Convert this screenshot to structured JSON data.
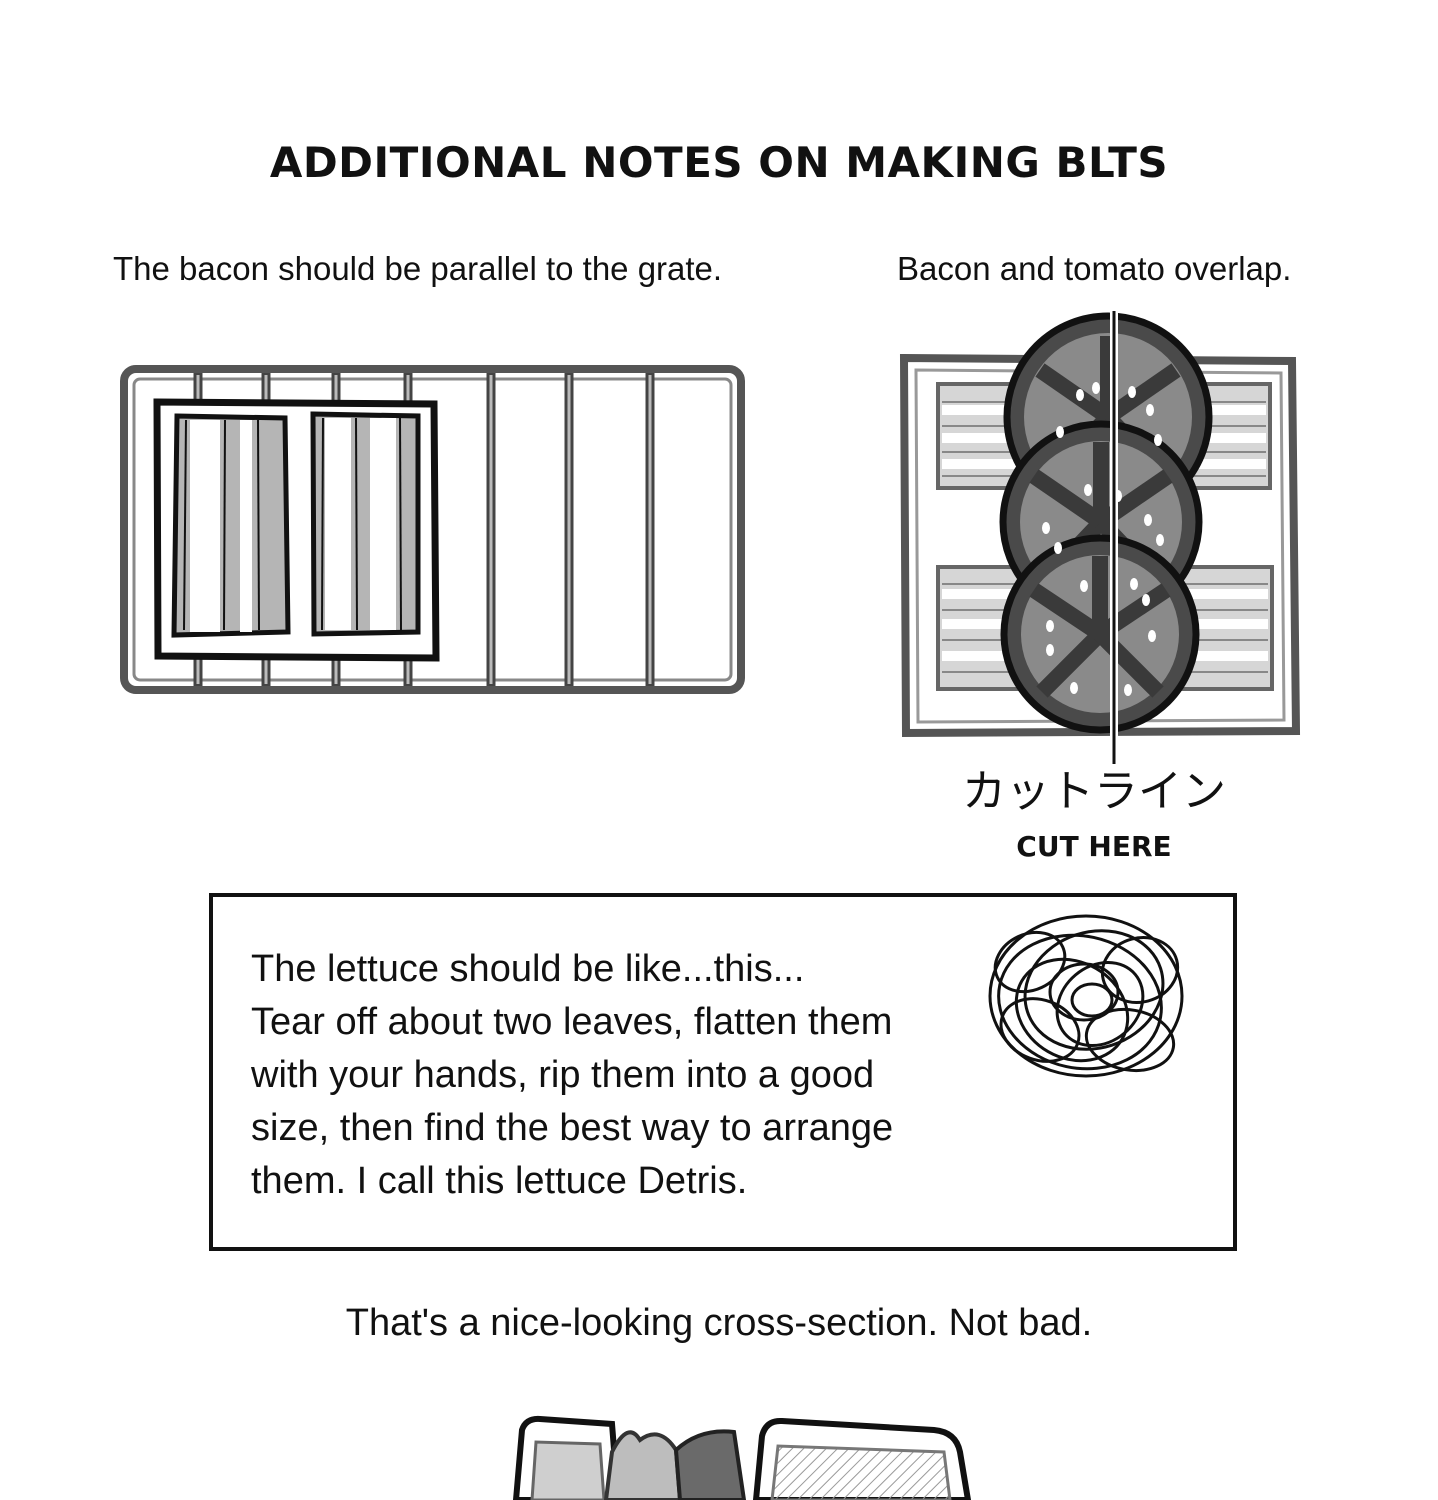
{
  "page": {
    "title": "ADDITIONAL NOTES ON MAKING BLTS",
    "grate_caption": "The bacon should be parallel to the grate.",
    "overlap_caption": "Bacon and tomato overlap.",
    "cut_label_jp": "カットライン",
    "cut_label_en": "CUT HERE",
    "lettuce_note": "The lettuce should be like...this...\nTear off about two leaves, flatten them\nwith your hands, rip them into a good\nsize, then find the best way to arrange\nthem. I call this lettuce Detris.",
    "closing_note": "That's a nice-looking cross-section. Not bad."
  },
  "icons": {
    "grate": "grill-grate-with-bacon-icon",
    "sandwich": "bacon-tomato-sandwich-icon",
    "lettuce": "scribbled-lettuce-icon",
    "cross_section": "sandwich-cross-section-icon"
  },
  "colors": {
    "ink": "#111111",
    "grey_light": "#d6d6d6",
    "grey_mid": "#9a9a9a",
    "tomato": "#4a4a4a"
  }
}
